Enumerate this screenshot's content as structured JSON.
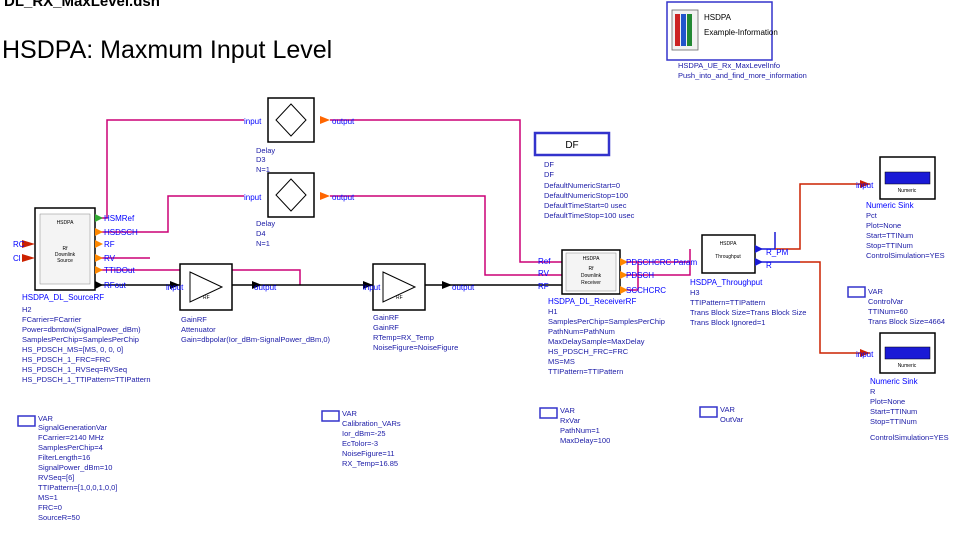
{
  "header_cut": "DL_RX_MaxLevel.dsn",
  "title": "HSDPA: Maxmum Input Level",
  "info": {
    "icon_line1": "HSDPA",
    "icon_line2": "Example-Information",
    "link": "HSDPA_UE_Rx_MaxLevelInfo",
    "caption": "Push_into_and_find_more_information"
  },
  "source": {
    "body_lines": [
      "HSDPA",
      "Rf",
      "Downlink",
      "Source"
    ],
    "port_left_1": "RC",
    "port_left_2": "Cl",
    "ports_right": [
      "HSMRef",
      "HSDSCH",
      "RF",
      "RV",
      "TTIDOut",
      "RFout"
    ],
    "name": "HSDPA_DL_SourceRF",
    "id": "H2",
    "params": [
      "FCarrier=FCarrier",
      "Power=dbmtow(SignalPower_dBm)",
      "SamplesPerChip=SamplesPerChip",
      "HS_PDSCH_MS=[MS, 0, 0, 0]",
      "HS_PDSCH_1_FRC=FRC",
      "HS_PDSCH_1_RVSeq=RVSeq",
      "HS_PDSCH_1_TTIPattern=TTIPattern"
    ]
  },
  "delay3": {
    "in": "input",
    "out": "output",
    "name": "Delay",
    "id": "D3",
    "param": "N=1"
  },
  "delay4": {
    "in": "input",
    "out": "output",
    "name": "Delay",
    "id": "D4",
    "param": "N=1"
  },
  "df": {
    "box": "DF",
    "lines": [
      "DF",
      "DF",
      "DefaultNumericStart=0",
      "DefaultNumericStop=100",
      "DefaultTimeStart=0 usec",
      "DefaultTimeStop=100 usec"
    ]
  },
  "gain1": {
    "in": "input",
    "out": "output",
    "icon": "RF",
    "name": "GainRF",
    "id": "Attenuator",
    "param": "Gain=dbpolar(Ior_dBm-SignalPower_dBm,0)"
  },
  "gain2": {
    "in": "input",
    "out": "output",
    "icon": "RF",
    "name": "GainRF",
    "id": "GainRF",
    "params": [
      "RTemp=RX_Temp",
      "NoiseFigure=NoiseFigure"
    ]
  },
  "receiver": {
    "body_lines": [
      "HSDPA",
      "Rf",
      "Downlink",
      "Receiver"
    ],
    "ports_left": [
      "Ref",
      "RV",
      "RF"
    ],
    "ports_right": [
      "PDSCHCRC Param",
      "PDSCH",
      "SCCHCRC"
    ],
    "name": "HSDPA_DL_ReceiverRF",
    "id": "H1",
    "params": [
      "SamplesPerChip=SamplesPerChip",
      "PathNum=PathNum",
      "MaxDelaySample=MaxDelay",
      "HS_PDSCH_FRC=FRC",
      "MS=MS",
      "TTIPattern=TTIPattern"
    ]
  },
  "throughput": {
    "body_lines": [
      "HSDPA",
      "Throughput"
    ],
    "out1": "R_PM",
    "out2": "R",
    "name": "HSDPA_Throughput",
    "id": "H3",
    "params": [
      "TTIPattern=TTIPattern",
      "Trans Block Size=Trans Block Size",
      "Trans Block Ignored=1"
    ]
  },
  "sink1": {
    "in": "input",
    "icon": "Numeric",
    "name": "Numeric Sink",
    "id": "Pct",
    "params": [
      "Plot=None",
      "Start=TTINum",
      "Stop=TTINum",
      "ControlSimulation=YES"
    ]
  },
  "sink2": {
    "in": "input",
    "icon": "Numeric",
    "name": "Numeric Sink",
    "id": "R",
    "params": [
      "Plot=None",
      "Start=TTINum",
      "Stop=TTINum",
      "ControlSimulation=YES"
    ]
  },
  "var_control": {
    "tag": "VAR",
    "lines": [
      "ControlVar",
      "TTINum=60",
      "Trans Block Size=4664"
    ]
  },
  "var_signal": {
    "tag": "VAR",
    "lines": [
      "SignalGenerationVar",
      "FCarrier=2140 MHz",
      "SamplesPerChip=4",
      "FilterLength=16",
      "SignalPower_dBm=10",
      "RVSeq=[6]",
      "TTIPattern=[1,0,0,1,0,0]",
      "MS=1",
      "FRC=0",
      "SourceR=50"
    ]
  },
  "var_cal": {
    "tag": "VAR",
    "lines": [
      "Calibration_VARs",
      "Ior_dBm=-25",
      "EcTolor=-3",
      "NoiseFigure=11",
      "RX_Temp=16.85"
    ]
  },
  "var_rx": {
    "tag": "VAR",
    "lines": [
      "RxVar",
      "PathNum=1",
      "MaxDelay=100"
    ]
  },
  "var_out": {
    "tag": "VAR",
    "lines": [
      "OutVar"
    ]
  },
  "colors": {
    "wire_pink": "#cc0077",
    "wire_red": "#cc2200",
    "label_blue": "#0000ff",
    "param_blue": "#1a1aa6"
  }
}
